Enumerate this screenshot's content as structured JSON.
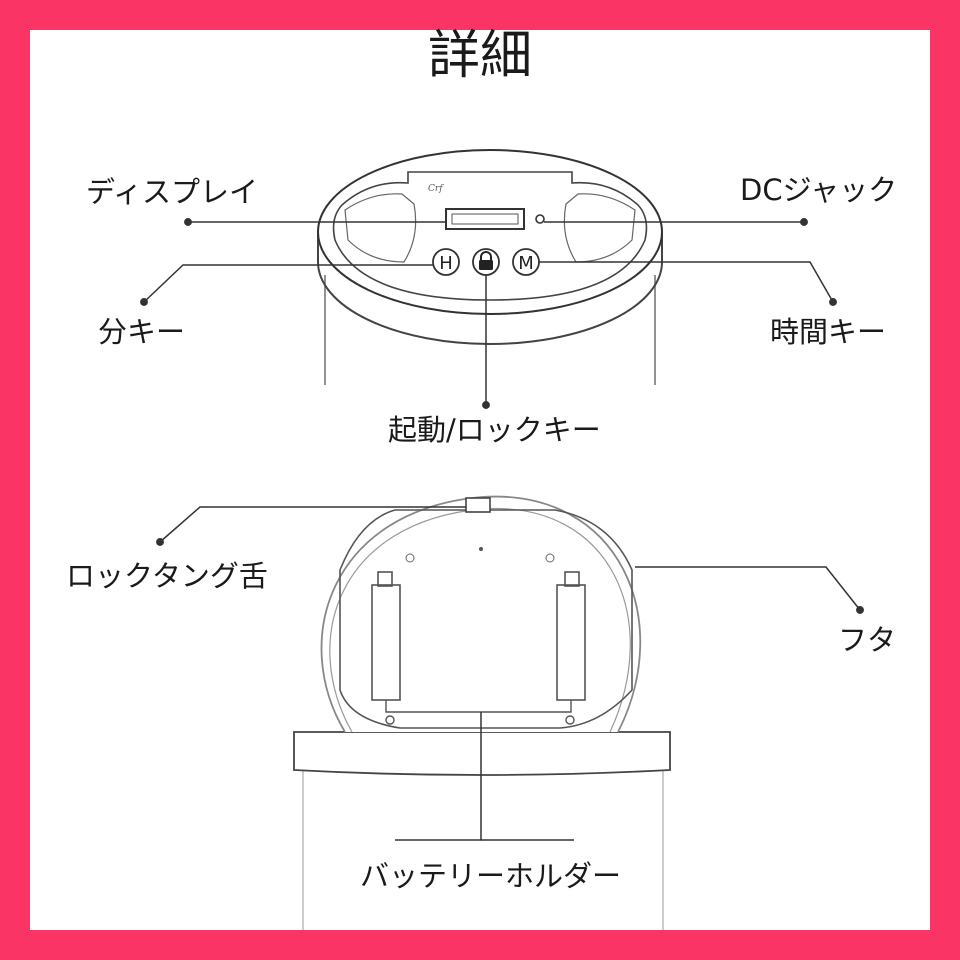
{
  "title": "詳細",
  "lid_panel": {
    "brand_mark": "Crf",
    "buttons": {
      "minute_key": "H",
      "start_lock_key": "🔒",
      "hour_key": "M"
    }
  },
  "labels": {
    "display": "ディスプレイ",
    "dc_jack": "DCジャック",
    "minute_key": "分キー",
    "hour_key": "時間キー",
    "start_lock_key": "起動/ロックキー",
    "lock_tongue": "ロックタング舌",
    "lid": "フタ",
    "battery_holder": "バッテリーホルダー"
  },
  "colors": {
    "frame": "#fb3466",
    "canvas": "#ffffff",
    "line": "#333333"
  }
}
